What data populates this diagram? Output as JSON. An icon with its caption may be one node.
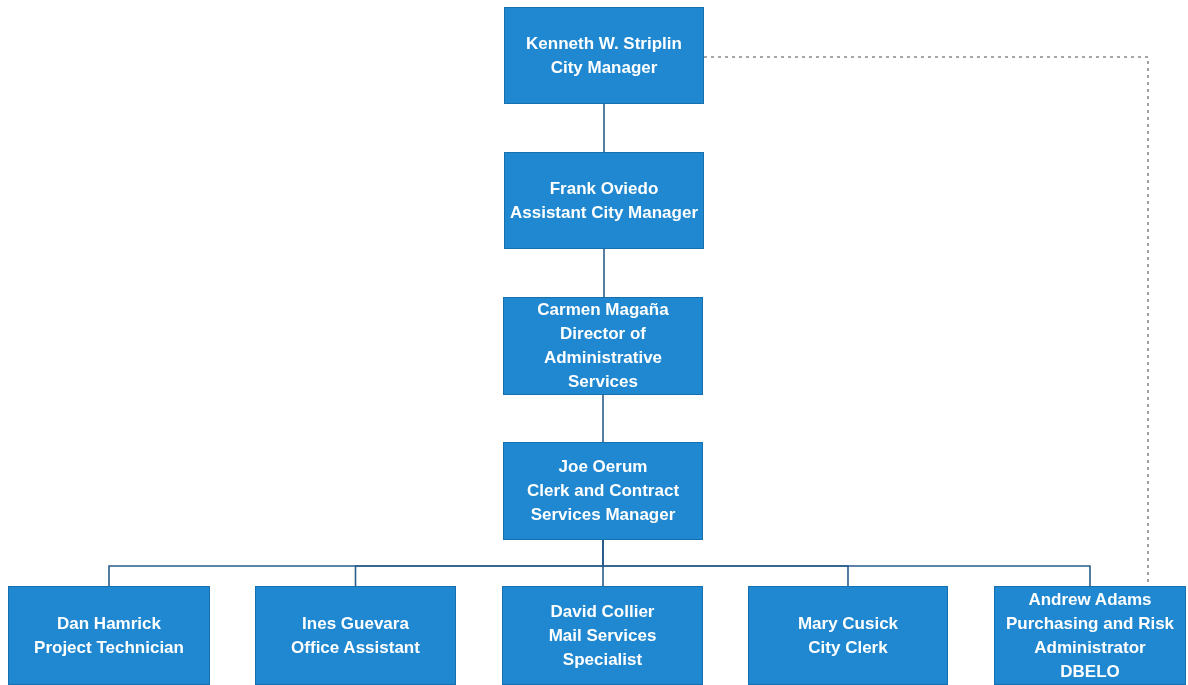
{
  "diagram": {
    "nodes": [
      {
        "text": [
          "Kenneth W. Striplin",
          "City Manager"
        ]
      },
      {
        "text": [
          "Frank Oviedo",
          "Assistant City Manager"
        ]
      },
      {
        "text": [
          "Carmen Magaña",
          "Director of Administrative Services"
        ]
      },
      {
        "text": [
          "Joe Oerum",
          "Clerk and Contract Services Manager"
        ]
      },
      {
        "text": [
          "Dan Hamrick",
          "Project Technician"
        ]
      },
      {
        "text": [
          "Ines Guevara",
          "Office Assistant"
        ]
      },
      {
        "text": [
          "David Collier",
          "Mail Services Specialist"
        ]
      },
      {
        "text": [
          "Mary Cusick",
          "City Clerk"
        ]
      },
      {
        "text": [
          "Andrew Adams",
          "Purchasing and Risk Administrator",
          "DBELO"
        ]
      }
    ],
    "edges": [
      {
        "from": 0,
        "to": 1,
        "arrow": "none"
      },
      {
        "from": 1,
        "to": 2,
        "arrow": "none"
      },
      {
        "from": 2,
        "to": 3,
        "arrow": "none"
      },
      {
        "from": 3,
        "to": 4,
        "arrow": "none"
      },
      {
        "from": 3,
        "to": 5,
        "arrow": "none"
      },
      {
        "from": 3,
        "to": 6,
        "arrow": "none"
      },
      {
        "from": 3,
        "to": 7,
        "arrow": "none"
      },
      {
        "from": 3,
        "to": 8,
        "arrow": "none"
      },
      {
        "from": 0,
        "to": 8,
        "arrow": "none",
        "style": "dashed",
        "color": "#8a8a8a"
      }
    ]
  }
}
